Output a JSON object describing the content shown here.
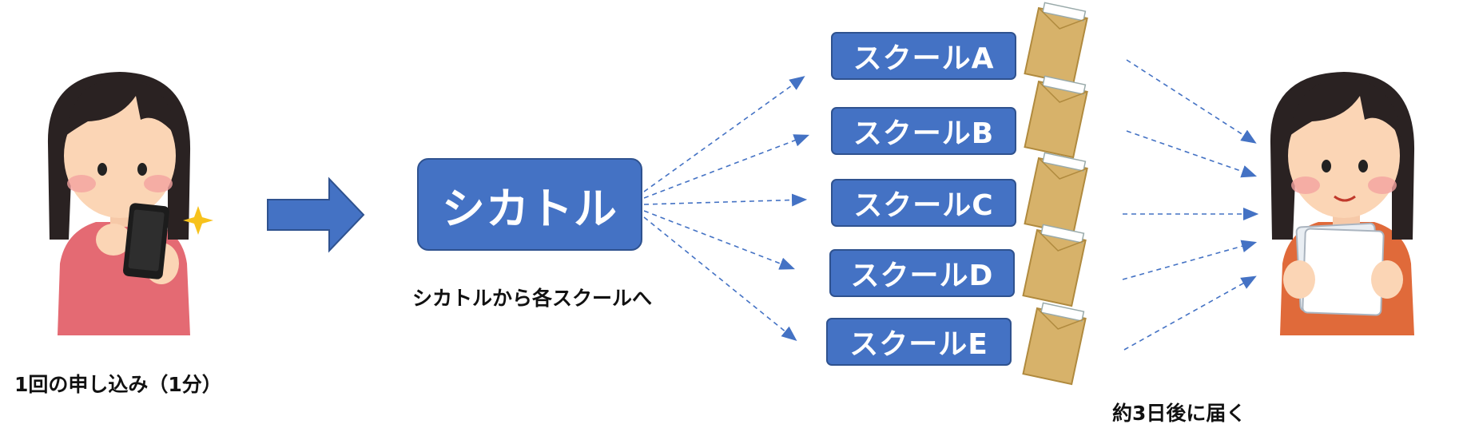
{
  "hub": {
    "label": "シカトル"
  },
  "captions": {
    "apply": "1回の申し込み（1分）",
    "hub_to_schools": "シカトルから各スクールへ",
    "delivery": "約3日後に届く"
  },
  "schools": [
    {
      "label": "スクールA"
    },
    {
      "label": "スクールB"
    },
    {
      "label": "スクールC"
    },
    {
      "label": "スクールD"
    },
    {
      "label": "スクールE"
    }
  ],
  "colors": {
    "box_fill": "#4472c4",
    "box_border": "#2f528f",
    "arrow": "#4472c4",
    "envelope": "#d7b26a"
  },
  "icons": {
    "applicant": "woman-with-smartphone-icon",
    "recipient": "woman-holding-documents-icon",
    "envelope": "envelope-icon",
    "sparkle": "sparkle-icon"
  }
}
